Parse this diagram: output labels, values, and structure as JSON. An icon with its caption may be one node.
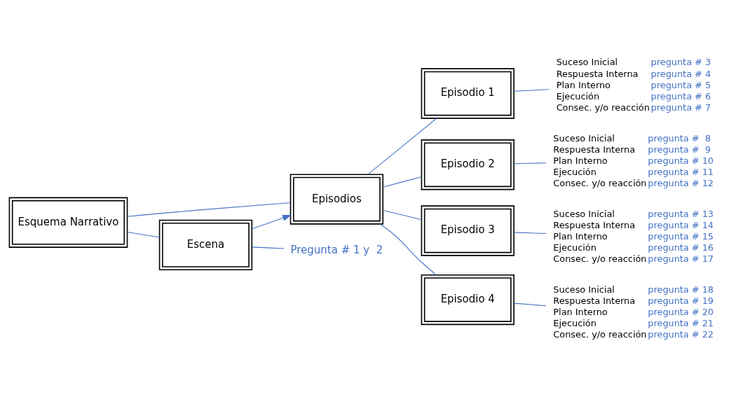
{
  "diagram": {
    "nodes": [
      {
        "text": [
          "Esquema Narrativo"
        ]
      },
      {
        "text": [
          "Escena"
        ]
      },
      {
        "text": [
          "Episodios"
        ]
      },
      {
        "text": [
          "Pregunta # 1 y  2"
        ]
      },
      {
        "text": [
          "Episodio 1"
        ]
      },
      {
        "text": [
          "Episodio 2"
        ]
      },
      {
        "text": [
          "Episodio 3"
        ]
      },
      {
        "text": [
          "Episodio 4"
        ]
      },
      {
        "text": [
          "Suceso Inicial",
          "pregunta # 3",
          "Respuesta Interna",
          "pregunta # 4",
          "Plan Interno",
          "pregunta # 5",
          "Ejecución",
          "pregunta # 6",
          "Consec. y/o reacción",
          "pregunta # 7"
        ]
      },
      {
        "text": [
          "Suceso Inicial",
          "pregunta #  8",
          "Respuesta Interna",
          "pregunta #  9",
          "Plan Interno",
          "pregunta # 10",
          "Ejecución",
          "pregunta # 11",
          "Consec. y/o reacción",
          "pregunta # 12"
        ]
      },
      {
        "text": [
          "Suceso Inicial",
          "pregunta # 13",
          "Respuesta Interna",
          "pregunta # 14",
          "Plan Interno",
          "pregunta # 15",
          "Ejecución",
          "pregunta # 16",
          "Consec. y/o reacción",
          "pregunta # 17"
        ]
      },
      {
        "text": [
          "Suceso Inicial",
          "pregunta # 18",
          "Respuesta Interna",
          "pregunta # 19",
          "Plan Interno",
          "pregunta # 20",
          "Ejecución",
          "pregunta # 21",
          "Consec. y/o reacción",
          "pregunta # 22"
        ]
      }
    ],
    "edges": [
      {
        "from": 0,
        "to": 1,
        "arrow": "none"
      },
      {
        "from": 0,
        "to": 2,
        "arrow": "none"
      },
      {
        "from": 1,
        "to": 2,
        "arrow": "to"
      },
      {
        "from": 1,
        "to": 3,
        "arrow": "none"
      },
      {
        "from": 2,
        "to": 4,
        "arrow": "none"
      },
      {
        "from": 2,
        "to": 5,
        "arrow": "none"
      },
      {
        "from": 2,
        "to": 6,
        "arrow": "none"
      },
      {
        "from": 2,
        "to": 7,
        "arrow": "none"
      },
      {
        "from": 4,
        "to": 8,
        "arrow": "none"
      },
      {
        "from": 5,
        "to": 9,
        "arrow": "none"
      },
      {
        "from": 6,
        "to": 10,
        "arrow": "none"
      },
      {
        "from": 7,
        "to": 11,
        "arrow": "none"
      }
    ]
  }
}
